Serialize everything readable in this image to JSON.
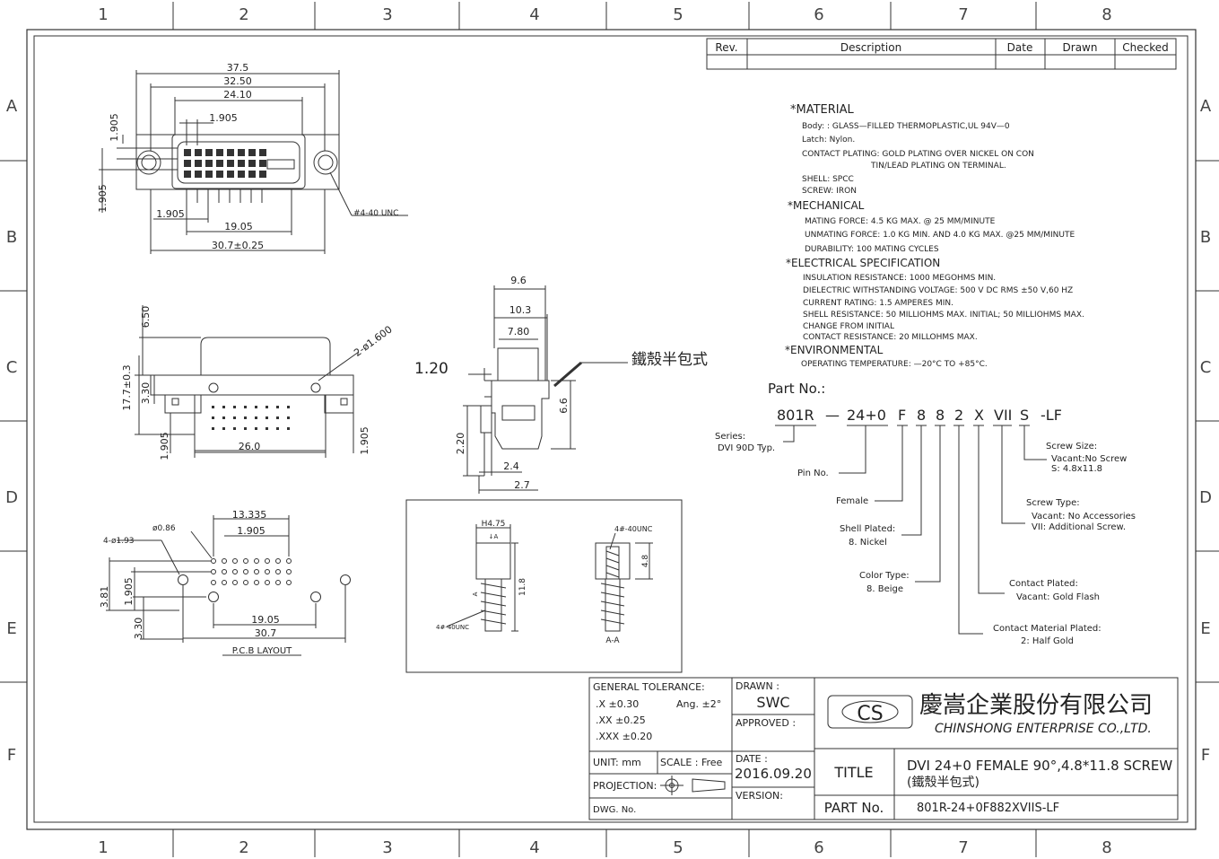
{
  "grid": {
    "columns": [
      "1",
      "2",
      "3",
      "4",
      "5",
      "6",
      "7",
      "8"
    ],
    "rows": [
      "A",
      "B",
      "C",
      "D",
      "E",
      "F"
    ]
  },
  "revision_table": {
    "headers": [
      "Rev.",
      "Description",
      "Date",
      "Drawn",
      "Checked"
    ]
  },
  "specs": {
    "material_title": "*MATERIAL",
    "body": "Body: : GLASS—FILLED THERMOPLASTIC,UL 94V—0",
    "latch": "Latch: Nylon.",
    "contact_plating_1": "CONTACT PLATING: GOLD PLATING OVER NICKEL ON CON",
    "contact_plating_2": "TIN/LEAD PLATING ON TERMINAL.",
    "shell": "SHELL: SPCC",
    "screw": "SCREW: IRON",
    "mechanical_title": "*MECHANICAL",
    "mating_force": "MATING FORCE: 4.5 KG MAX. @ 25 MM/MINUTE",
    "unmating_force": "UNMATING FORCE: 1.0 KG MIN. AND 4.0 KG MAX. @25 MM/MINUTE",
    "durability": "DURABILITY: 100 MATING CYCLES",
    "electrical_title": "*ELECTRICAL SPECIFICATION",
    "insulation": "INSULATION RESISTANCE: 1000 MEGOHMS MIN.",
    "dielectric": "DIELECTRIC WITHSTANDING VOLTAGE: 500 V DC RMS ±50 V,60 HZ",
    "current": "CURRENT RATING: 1.5 AMPERES MIN.",
    "shell_resistance": "SHELL RESISTANCE: 50 MILLIOHMS MAX. INITIAL; 50 MILLIOHMS MAX.",
    "change": "CHANGE FROM INITIAL",
    "contact_resistance": "CONTACT RESISTANCE: 20 MILLOHMS MAX.",
    "environmental_title": "*ENVIRONMENTAL",
    "operating_temp": "OPERATING TEMPERATURE: —20°C TO +85°C."
  },
  "part_number": {
    "heading": "Part No.:",
    "segments": [
      "801R",
      "—",
      "24+0",
      "F",
      "8",
      "8",
      "2",
      "X",
      "VII",
      "S",
      "-LF"
    ],
    "series": "Series:",
    "series_value": "DVI 90D Typ.",
    "pin_no": "Pin No.",
    "female": "Female",
    "shell_plated": "Shell Plated:",
    "shell_plated_value": "8. Nickel",
    "color_type": "Color Type:",
    "color_type_value": "8. Beige",
    "contact_material": "Contact Material Plated:",
    "contact_material_value": "2: Half Gold",
    "contact_plated": "Contact Plated:",
    "contact_plated_value": "Vacant: Gold Flash",
    "screw_type": "Screw Type:",
    "screw_type_v1": "Vacant: No Accessories",
    "screw_type_v2": "VII: Additional Screw.",
    "screw_size": "Screw Size:",
    "screw_size_v1": "Vacant:No Screw",
    "screw_size_v2": "S: 4.8x11.8"
  },
  "dimensions": {
    "top": {
      "d1": "37.5",
      "d2": "32.50",
      "d3": "24.10",
      "d4": "1.905",
      "d5": "1.905",
      "d6": "1.905",
      "d7": "1.905",
      "d8": "19.05",
      "d9": "30.7±0.25",
      "thread": "#4-40 UNC"
    },
    "front": {
      "h1": "6.50",
      "h2": "17.7±0.3",
      "h3": "3.30",
      "w1": "26.0",
      "w2": "1.905",
      "w3": "1.905",
      "hole": "2-ø1.600"
    },
    "side": {
      "a": "9.6",
      "b": "10.3",
      "c": "7.80",
      "d": "1.20",
      "e": "6.6",
      "f": "2.20",
      "g": "2.4",
      "h": "2.7",
      "note": "鐵殼半包式"
    },
    "pcb": {
      "a": "13.335",
      "b": "1.905",
      "c": "ø0.86",
      "d": "4-ø1.93",
      "e": "3.81",
      "f": "1.905",
      "g": "3.30",
      "h": "19.05",
      "i": "30.7",
      "caption": "P.C.B LAYOUT"
    },
    "screw": {
      "h": "H4.75",
      "len": "11.8",
      "t1": "4#-40UNC",
      "t2": "4#-40UNC",
      "w": "4.8",
      "aa": "A-A",
      "a1": "↓A",
      "a2": "A"
    }
  },
  "title_block": {
    "general_tolerance": "GENERAL TOLERANCE:",
    "tol_x": ".X ±0.30",
    "tol_ang": "Ang. ±2°",
    "tol_xx": ".XX ±0.25",
    "tol_xxx": ".XXX ±0.20",
    "unit": "UNIT: mm",
    "scale": "SCALE : Free",
    "projection": "PROJECTION:",
    "dwg_no": "DWG. No.",
    "drawn_label": "DRAWN :",
    "drawn_value": "SWC",
    "approved_label": "APPROVED :",
    "date_label": "DATE :",
    "date_value": "2016.09.20",
    "version_label": "VERSION:",
    "logo_mark": "CS",
    "company_cn": "慶嵩企業股份有限公司",
    "company_en": "CHINSHONG ENTERPRISE CO.,LTD.",
    "title_label": "TITLE",
    "title_value_1": "DVI 24+0 FEMALE 90°,4.8*11.8 SCREW",
    "title_value_2": "(鐵殼半包式)",
    "part_no_label": "PART No.",
    "part_no_value": "801R-24+0F882XVIIS-LF"
  }
}
